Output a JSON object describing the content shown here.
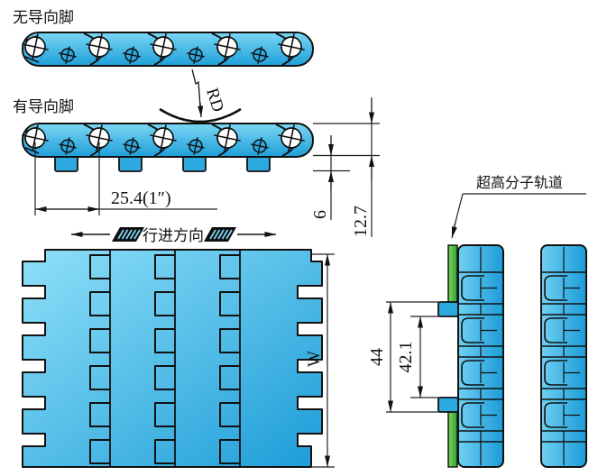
{
  "drawing": {
    "views": {
      "top_view_label": "无导向脚",
      "side_view_label": "有导向脚",
      "travel_direction_label": "行进方向",
      "track_label": "超高分子轨道"
    },
    "dimensions": {
      "pitch": "25.4(1″)",
      "foot_height": "6",
      "belt_thickness": "12.7",
      "back_flex_radius": "RD",
      "belt_width": "W",
      "track_outer_width": "44",
      "track_inner_width": "42.1"
    },
    "colors": {
      "belt_light": "#8FE0F8",
      "belt_mid": "#2CA9DE",
      "belt_dark": "#1C9CD8",
      "chain_light": "#7BD7F4",
      "chain_dark": "#1E9ED9",
      "track_green_light": "#7ED957",
      "track_green_dark": "#2E9E3A",
      "hatch_cyan": "#7FD4EE",
      "outline": "#111111",
      "dim_line": "#222222",
      "background": "#ffffff"
    }
  }
}
